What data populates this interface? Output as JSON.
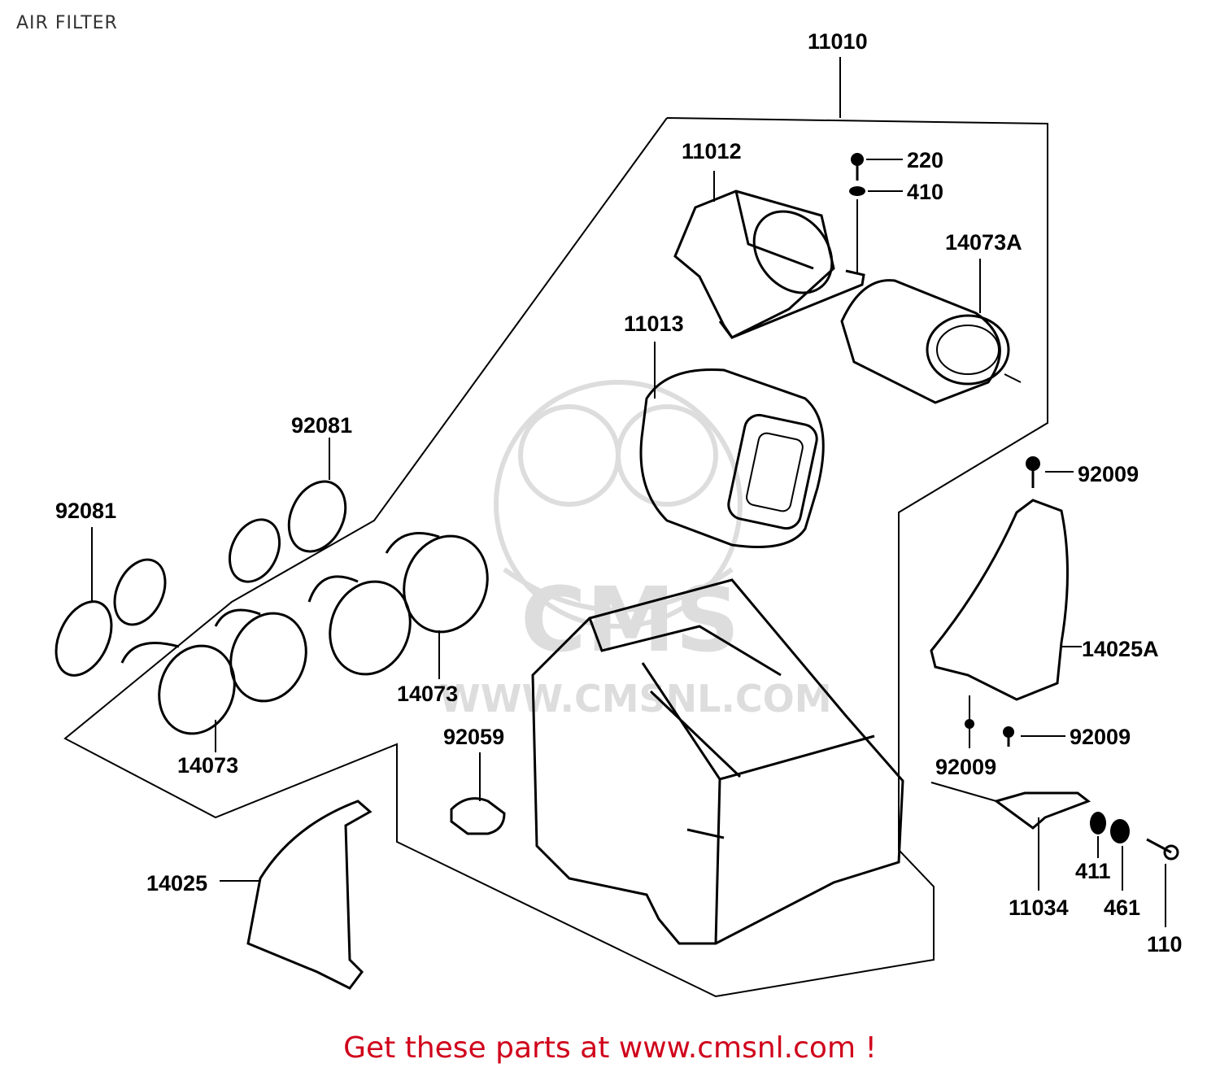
{
  "title": "AIR FILTER",
  "footer": "Get these parts at www.cmsnl.com !",
  "watermark": {
    "brand": "CMS",
    "url": "WWW.CMSNL.COM"
  },
  "part_labels": [
    {
      "id": "11010",
      "text": "11010"
    },
    {
      "id": "11012",
      "text": "11012"
    },
    {
      "id": "220",
      "text": "220"
    },
    {
      "id": "410",
      "text": "410"
    },
    {
      "id": "14073A",
      "text": "14073A"
    },
    {
      "id": "11013",
      "text": "11013"
    },
    {
      "id": "92081a",
      "text": "92081"
    },
    {
      "id": "92081b",
      "text": "92081"
    },
    {
      "id": "92009a",
      "text": "92009"
    },
    {
      "id": "14025A",
      "text": "14025A"
    },
    {
      "id": "14073a",
      "text": "14073"
    },
    {
      "id": "14073b",
      "text": "14073"
    },
    {
      "id": "92059",
      "text": "92059"
    },
    {
      "id": "92009b",
      "text": "92009"
    },
    {
      "id": "92009c",
      "text": "92009"
    },
    {
      "id": "14025",
      "text": "14025"
    },
    {
      "id": "411",
      "text": "411"
    },
    {
      "id": "461",
      "text": "461"
    },
    {
      "id": "11034",
      "text": "11034"
    },
    {
      "id": "110",
      "text": "110"
    }
  ]
}
